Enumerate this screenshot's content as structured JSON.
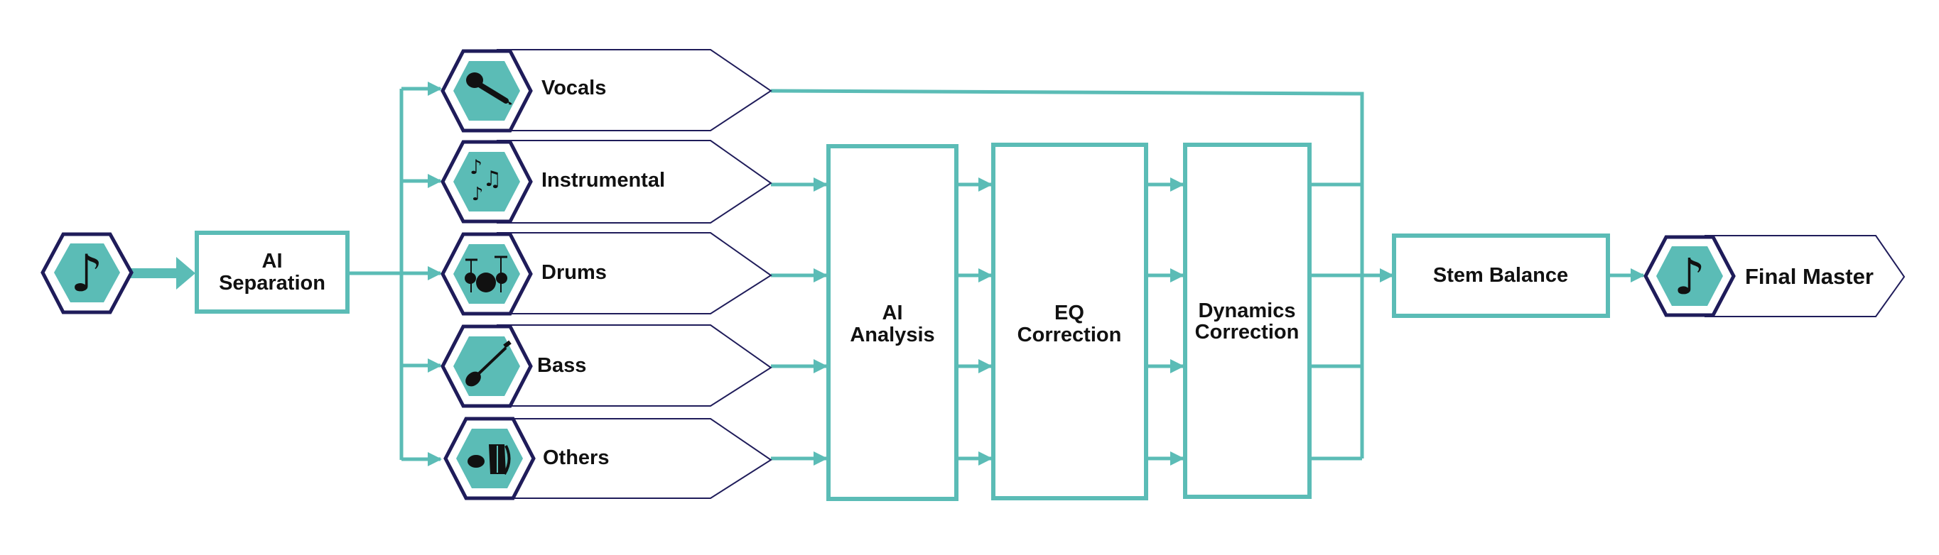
{
  "colors": {
    "accent": "#5bbcb6",
    "hex_border": "#1f1c5a",
    "text": "#111111",
    "background": "#ffffff"
  },
  "input": {
    "icon": "music-note-icon"
  },
  "separation": {
    "line1": "AI",
    "line2": "Separation"
  },
  "stems": [
    {
      "label": "Vocals",
      "icon": "microphone-icon"
    },
    {
      "label": "Instrumental",
      "icon": "music-notes-icon"
    },
    {
      "label": "Drums",
      "icon": "drum-kit-icon"
    },
    {
      "label": "Bass",
      "icon": "bass-guitar-icon"
    },
    {
      "label": "Others",
      "icon": "instruments-icon"
    }
  ],
  "analysis": {
    "line1": "AI",
    "line2": "Analysis"
  },
  "eq": {
    "line1": "EQ",
    "line2": "Correction"
  },
  "dynamics": {
    "line1": "Dynamics",
    "line2": "Correction"
  },
  "stem_balance": {
    "label": "Stem Balance"
  },
  "final": {
    "label": "Final Master",
    "icon": "music-note-icon"
  }
}
